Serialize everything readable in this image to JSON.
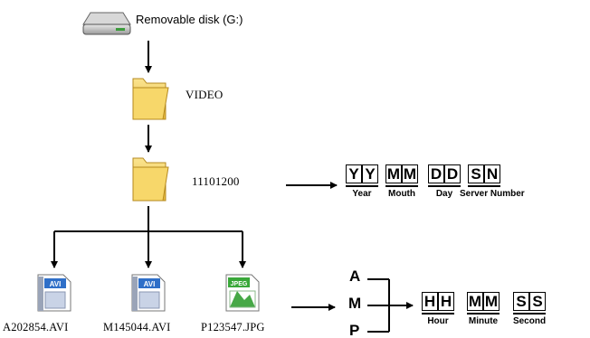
{
  "drive": {
    "label": "Removable disk (G:)",
    "icon": "removable-disk-icon"
  },
  "folders": [
    {
      "name": "VIDEO",
      "icon": "folder-icon"
    },
    {
      "name": "11101200",
      "icon": "folder-icon"
    }
  ],
  "files": [
    {
      "name": "A202854.AVI",
      "badge": "AVI",
      "icon": "avi-file-icon"
    },
    {
      "name": "M145044.AVI",
      "badge": "AVI",
      "icon": "avi-file-icon"
    },
    {
      "name": "P123547.JPG",
      "badge": "JPEG",
      "icon": "jpeg-file-icon"
    }
  ],
  "folder_format": {
    "groups": [
      {
        "letters": [
          "Y",
          "Y"
        ],
        "caption": "Year"
      },
      {
        "letters": [
          "M",
          "M"
        ],
        "caption": "Mouth"
      },
      {
        "letters": [
          "D",
          "D"
        ],
        "caption": "Day"
      },
      {
        "letters": [
          "S",
          "N"
        ],
        "caption": "Server Number"
      }
    ]
  },
  "file_format": {
    "prefixes": [
      "A",
      "M",
      "P"
    ],
    "groups": [
      {
        "letters": [
          "H",
          "H"
        ],
        "caption": "Hour"
      },
      {
        "letters": [
          "M",
          "M"
        ],
        "caption": "Minute"
      },
      {
        "letters": [
          "S",
          "S"
        ],
        "caption": "Second"
      }
    ]
  },
  "colors": {
    "folder": "#f3cf5c",
    "avi_badge": "#2f6fc8",
    "jpeg_badge": "#3aa83a",
    "line": "#000000"
  }
}
